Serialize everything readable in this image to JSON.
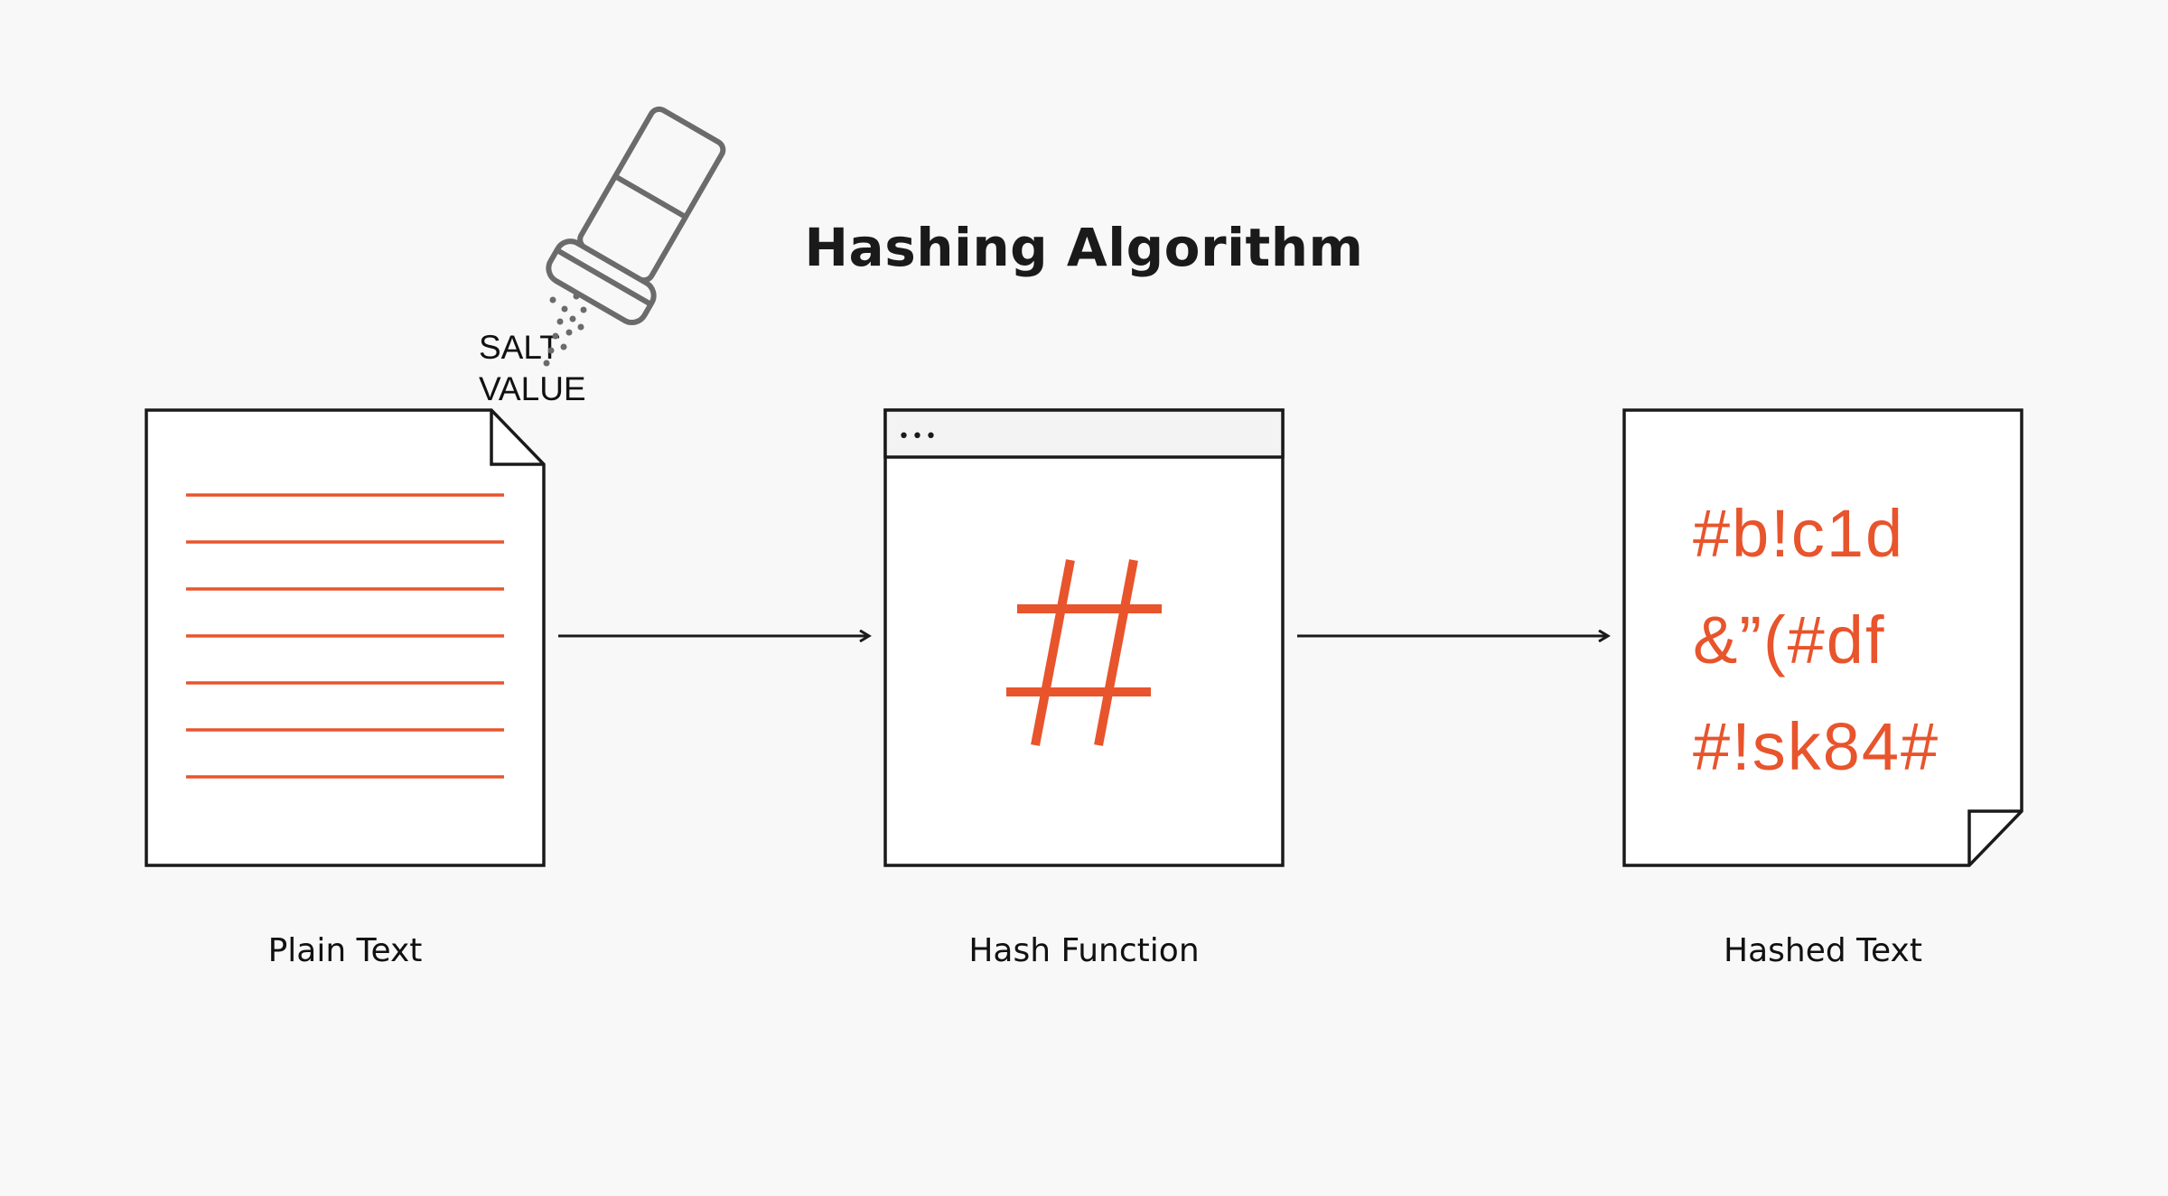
{
  "title": "Hashing Algorithm",
  "salt": {
    "line1": "SALT",
    "line2": "VALUE",
    "icon": "salt-shaker-icon"
  },
  "plain_text": {
    "caption": "Plain Text",
    "icon": "document-icon",
    "line_count": 7
  },
  "hash_function": {
    "caption": "Hash Function",
    "window_dots": "•••",
    "icon": "hash-icon"
  },
  "hashed_text": {
    "caption": "Hashed Text",
    "lines": [
      "#b!c1d",
      "&”(#df",
      "#!sk84#"
    ]
  },
  "colors": {
    "accent": "#e8542c",
    "stroke": "#1a1a1a",
    "background": "#f8f8f8",
    "shaker": "#6b6b6b"
  }
}
